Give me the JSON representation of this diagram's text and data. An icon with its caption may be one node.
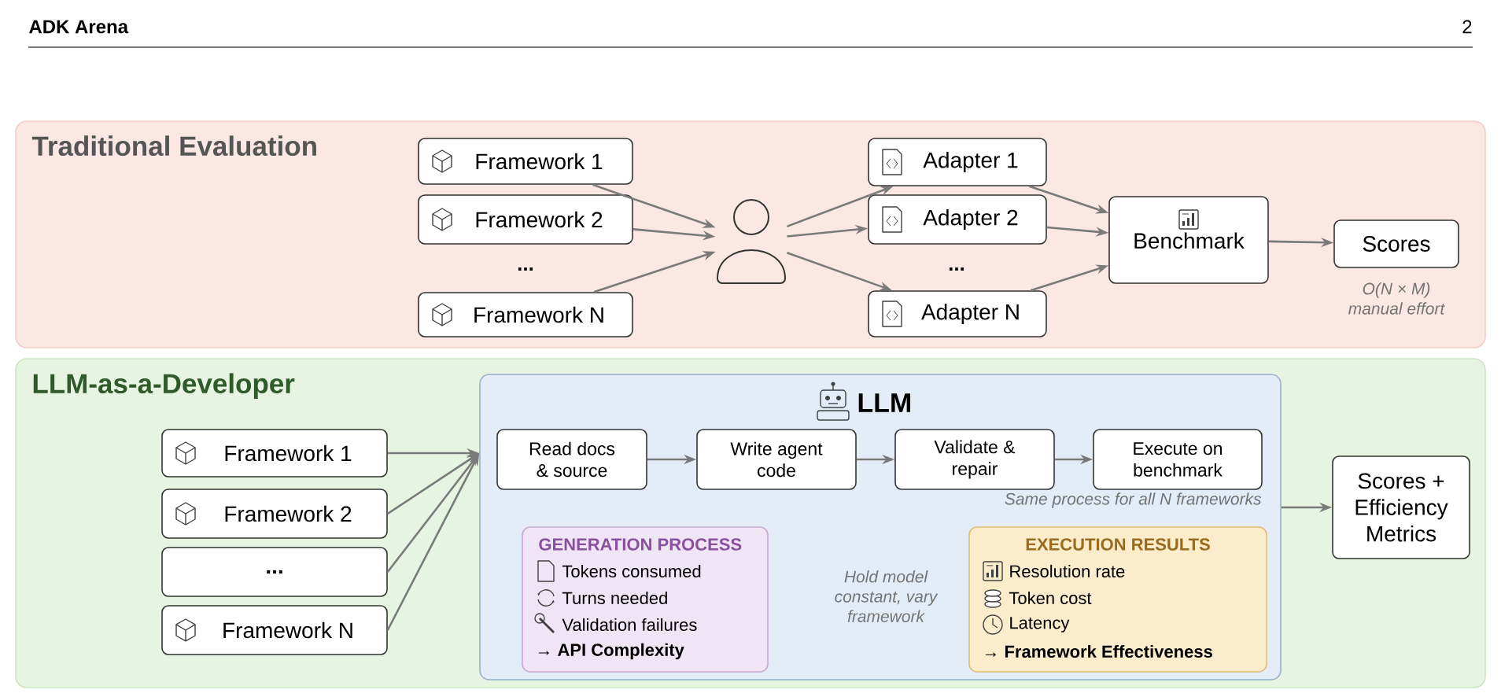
{
  "diagram": {
    "nodes": [
      {
        "text": [
          "Traditional Evaluation"
        ]
      },
      {
        "text": [
          "Framework 1"
        ],
        "in": 0
      },
      {
        "text": [
          "Framework 2"
        ],
        "in": 0
      },
      {
        "text": [
          "Framework N"
        ],
        "in": 0
      },
      {
        "text": [],
        "shape": "person",
        "in": 0
      },
      {
        "text": [
          "Adapter 1"
        ],
        "in": 0
      },
      {
        "text": [
          "Adapter 2"
        ],
        "in": 0
      },
      {
        "text": [
          "Adapter N"
        ],
        "in": 0
      },
      {
        "text": [
          "Benchmark"
        ],
        "in": 0
      },
      {
        "text": [
          "Scores"
        ],
        "in": 0,
        "beside": [
          "O(N × M) manual effort"
        ]
      },
      {
        "text": [
          "LLM-as-a-Developer"
        ]
      },
      {
        "text": [
          "Framework 1"
        ],
        "in": 10
      },
      {
        "text": [
          "Framework 2"
        ],
        "in": 10
      },
      {
        "text": [
          "..."
        ],
        "in": 10
      },
      {
        "text": [
          "Framework N"
        ],
        "in": 10
      },
      {
        "text": [
          "LLM"
        ],
        "in": 10
      },
      {
        "text": [
          "Read docs & source"
        ],
        "in": 15
      },
      {
        "text": [
          "Write agent code"
        ],
        "in": 15
      },
      {
        "text": [
          "Validate & repair"
        ],
        "in": 15
      },
      {
        "text": [
          "Execute on benchmark"
        ],
        "in": 15
      },
      {
        "text": [
          "GENERATION PROCESS",
          "Tokens consumed",
          "Turns needed",
          "Validation failures",
          "→ API Complexity"
        ],
        "in": 15
      },
      {
        "text": [
          "EXECUTION RESULTS",
          "Resolution rate",
          "Token cost",
          "Latency",
          "→ Framework Effectiveness"
        ],
        "in": 15
      },
      {
        "text": [
          "Scores + Efficiency Metrics"
        ],
        "in": 10
      }
    ],
    "edges": [
      {
        "from": 1,
        "to": 4,
        "arrow": "to"
      },
      {
        "from": 2,
        "to": 4,
        "arrow": "to"
      },
      {
        "from": 3,
        "to": 4,
        "arrow": "to"
      },
      {
        "from": 4,
        "to": 5,
        "arrow": "to"
      },
      {
        "from": 4,
        "to": 6,
        "arrow": "to"
      },
      {
        "from": 4,
        "to": 7,
        "arrow": "to"
      },
      {
        "from": 5,
        "to": 8,
        "arrow": "to"
      },
      {
        "from": 6,
        "to": 8,
        "arrow": "to"
      },
      {
        "from": 7,
        "to": 8,
        "arrow": "to"
      },
      {
        "from": 8,
        "to": 9,
        "arrow": "to"
      },
      {
        "from": 11,
        "to": 15,
        "arrow": "to"
      },
      {
        "from": 12,
        "to": 15,
        "arrow": "to"
      },
      {
        "from": 13,
        "to": 15,
        "arrow": "to"
      },
      {
        "from": 14,
        "to": 15,
        "arrow": "to"
      },
      {
        "from": 16,
        "to": 17,
        "arrow": "to"
      },
      {
        "from": 17,
        "to": 18,
        "arrow": "to"
      },
      {
        "from": 18,
        "to": 19,
        "arrow": "to"
      },
      {
        "from": 15,
        "to": 22,
        "arrow": "to"
      }
    ],
    "labels": [
      "ADK Arena",
      "2",
      "...",
      "...",
      "Same process for all N frameworks",
      "Hold model constant, vary framework"
    ]
  }
}
